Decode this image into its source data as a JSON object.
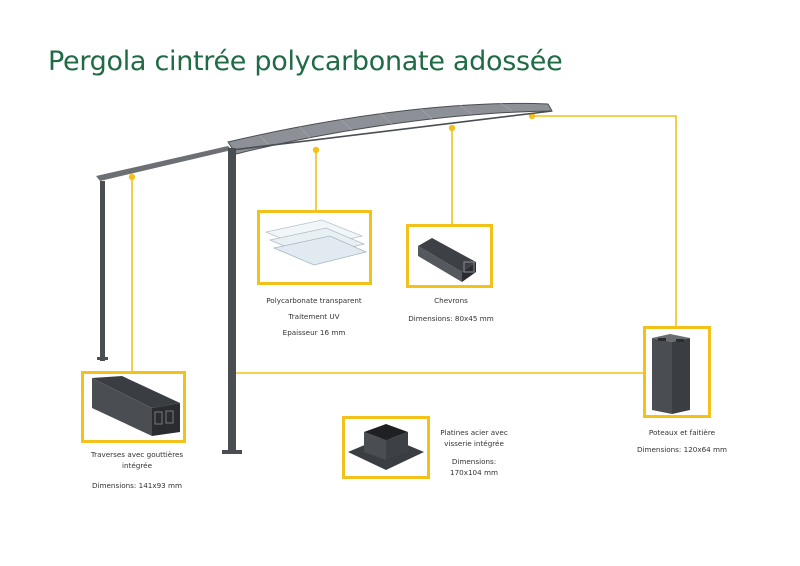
{
  "title": "Pergola cintrée polycarbonate adossée",
  "colors": {
    "title": "#1f6b45",
    "callout": "#f2c21a",
    "frame": "#4a4d52",
    "panel": "#8d9096"
  },
  "components": {
    "polycarbonate": {
      "icon": "polycarbonate-sheets-icon",
      "line1": "Polycarbonate transparent",
      "line2": "Traitement UV",
      "line3": "Epaisseur 16 mm"
    },
    "chevrons": {
      "icon": "chevron-profile-icon",
      "line1": "Chevrons",
      "line2": "Dimensions: 80x45 mm"
    },
    "traverses": {
      "icon": "traverse-gutter-icon",
      "line1": "Traverses avec gouttières",
      "line2": "intégrée",
      "line3": "Dimensions: 141x93 mm"
    },
    "platines": {
      "icon": "base-plate-icon",
      "line1": "Platines acier avec",
      "line2": "visserie intégrée",
      "line3": "Dimensions:",
      "line4": "170x104 mm"
    },
    "poteaux": {
      "icon": "post-profile-icon",
      "line1": "Poteaux et faitière",
      "line2": "Dimensions: 120x64 mm"
    }
  }
}
